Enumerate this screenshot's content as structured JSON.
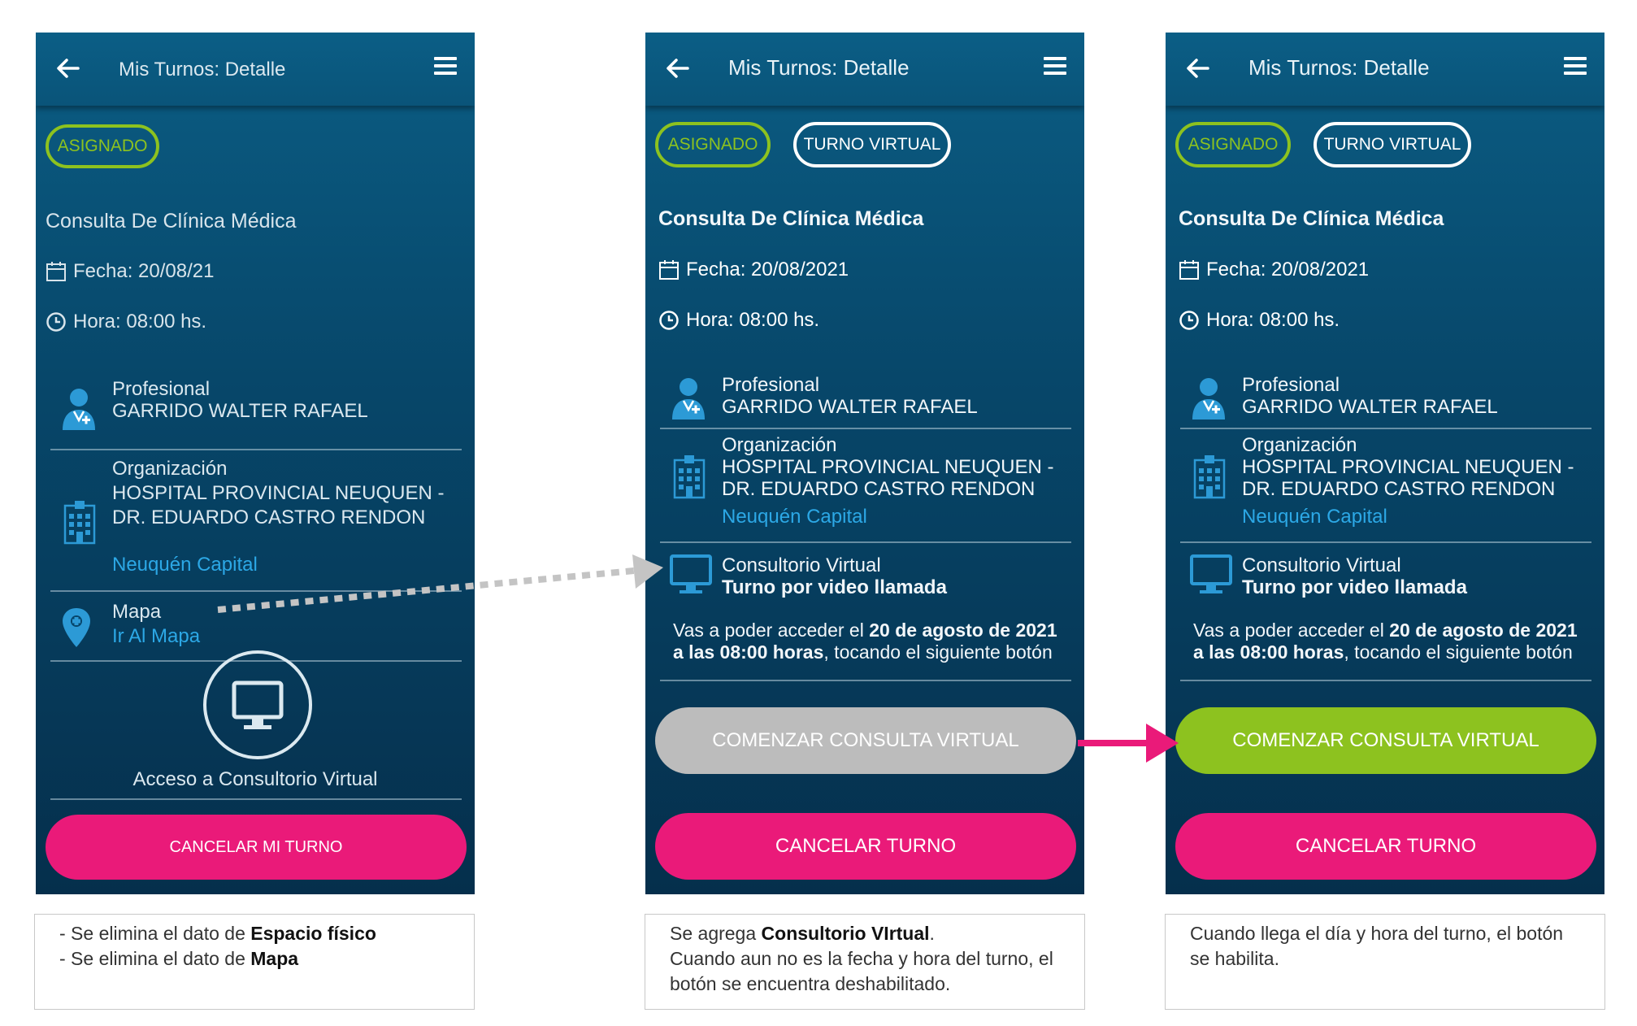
{
  "screens": [
    {
      "title": "Mis Turnos: Detalle",
      "status_chip": "ASIGNADO",
      "consulta": "Consulta De Clínica Médica",
      "fecha": "Fecha: 20/08/21",
      "hora": "Hora: 08:00 hs.",
      "profesional_label": "Profesional",
      "profesional_name": "GARRIDO WALTER RAFAEL",
      "org_label": "Organización",
      "org_line1": "HOSPITAL PROVINCIAL NEUQUEN -",
      "org_line2": "DR. EDUARDO CASTRO RENDON",
      "org_city": "Neuquén Capital",
      "mapa_label": "Mapa",
      "mapa_link": "Ir Al Mapa",
      "virtual_access_label": "Acceso a Consultorio Virtual",
      "cancel_button": "CANCELAR MI TURNO"
    },
    {
      "title": "Mis Turnos: Detalle",
      "status_chip": "ASIGNADO",
      "type_chip": "TURNO VIRTUAL",
      "consulta": "Consulta De Clínica Médica",
      "fecha": "Fecha: 20/08/2021",
      "hora": "Hora: 08:00 hs.",
      "profesional_label": "Profesional",
      "profesional_name": "GARRIDO WALTER RAFAEL",
      "org_label": "Organización",
      "org_line1": "HOSPITAL PROVINCIAL NEUQUEN -",
      "org_line2": "DR. EDUARDO CASTRO RENDON",
      "org_city": "Neuquén Capital",
      "consultorio_label": "Consultorio Virtual",
      "consultorio_sub": "Turno por video llamada",
      "access_pre": "Vas a poder acceder el ",
      "access_date": "20 de agosto de 2021",
      "access_time": "a las 08:00 horas",
      "access_post": ", tocando el siguiente botón",
      "start_button": "COMENZAR CONSULTA VIRTUAL",
      "start_state": "disabled",
      "cancel_button": "CANCELAR TURNO"
    },
    {
      "title": "Mis Turnos: Detalle",
      "status_chip": "ASIGNADO",
      "type_chip": "TURNO VIRTUAL",
      "consulta": "Consulta De Clínica Médica",
      "fecha": "Fecha: 20/08/2021",
      "hora": "Hora: 08:00 hs.",
      "profesional_label": "Profesional",
      "profesional_name": "GARRIDO WALTER RAFAEL",
      "org_label": "Organización",
      "org_line1": "HOSPITAL PROVINCIAL NEUQUEN -",
      "org_line2": "DR. EDUARDO CASTRO RENDON",
      "org_city": "Neuquén Capital",
      "consultorio_label": "Consultorio Virtual",
      "consultorio_sub": "Turno por video llamada",
      "access_pre": "Vas a poder acceder el ",
      "access_date": "20 de agosto de 2021",
      "access_time": "a las 08:00 horas",
      "access_post": ", tocando el siguiente botón",
      "start_button": "COMENZAR CONSULTA VIRTUAL",
      "start_state": "enabled",
      "cancel_button": "CANCELAR TURNO"
    }
  ],
  "notes": {
    "n1": {
      "line1_pre": "- Se elimina el dato de ",
      "line1_bold": "Espacio físico",
      "line2_pre": "- Se elimina el dato de ",
      "line2_bold": "Mapa"
    },
    "n2": {
      "line1_pre": "Se agrega ",
      "line1_bold": "Consultorio VIrtual",
      "line1_post": ".",
      "line2": "Cuando aun no es la fecha y hora del turno, el",
      "line3": "botón se encuentra deshabilitado."
    },
    "n3": {
      "line1": "Cuando llega el día y hora del turno, el botón",
      "line2": "se habilita."
    }
  },
  "colors": {
    "primary_bg": "#07476a",
    "chip_green": "#8dc21f",
    "button_green": "#8dc21f",
    "button_pink": "#ea1a79",
    "button_disabled": "#bcbcbc",
    "link_blue": "#2ca8e6",
    "arrow_pink": "#ea1a79",
    "arrow_gray": "#c4c4c4"
  }
}
